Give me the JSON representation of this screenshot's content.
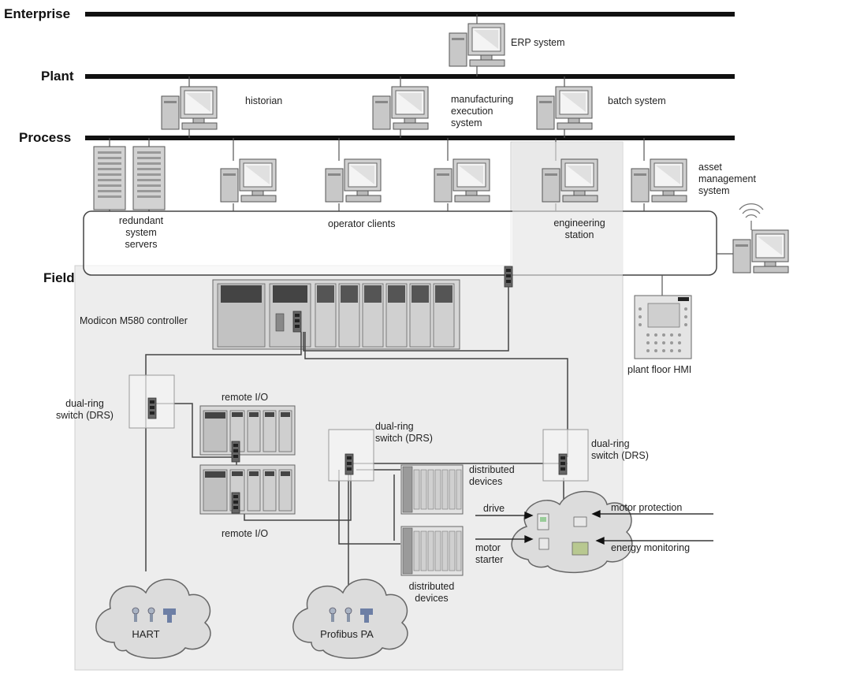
{
  "levels": {
    "enterprise": "Enterprise",
    "plant": "Plant",
    "process": "Process",
    "field": "Field"
  },
  "labels": {
    "erp": "ERP system",
    "historian": "historian",
    "mes": [
      "manufacturing",
      "execution",
      "system"
    ],
    "batch": "batch system",
    "asset": [
      "asset",
      "management",
      "system"
    ],
    "redundant": [
      "redundant",
      "system",
      "servers"
    ],
    "operator_clients": "operator clients",
    "engineering": [
      "engineering",
      "station"
    ],
    "plant_hmi": "plant floor HMI",
    "controller": "Modicon M580 controller",
    "drs_left": [
      "dual-ring",
      "switch (DRS)"
    ],
    "drs_mid": [
      "dual-ring",
      "switch (DRS)"
    ],
    "drs_right": [
      "dual-ring",
      "switch (DRS)"
    ],
    "remote_io_top": "remote I/O",
    "remote_io_bottom": "remote I/O",
    "dist_top": [
      "distributed",
      "devices"
    ],
    "dist_bottom": [
      "distributed",
      "devices"
    ],
    "drive": "drive",
    "motor_starter": [
      "motor",
      "starter"
    ],
    "motor_protection": "motor protection",
    "energy_monitoring": "energy monitoring",
    "hart": "HART",
    "profibus": "Profibus PA"
  }
}
